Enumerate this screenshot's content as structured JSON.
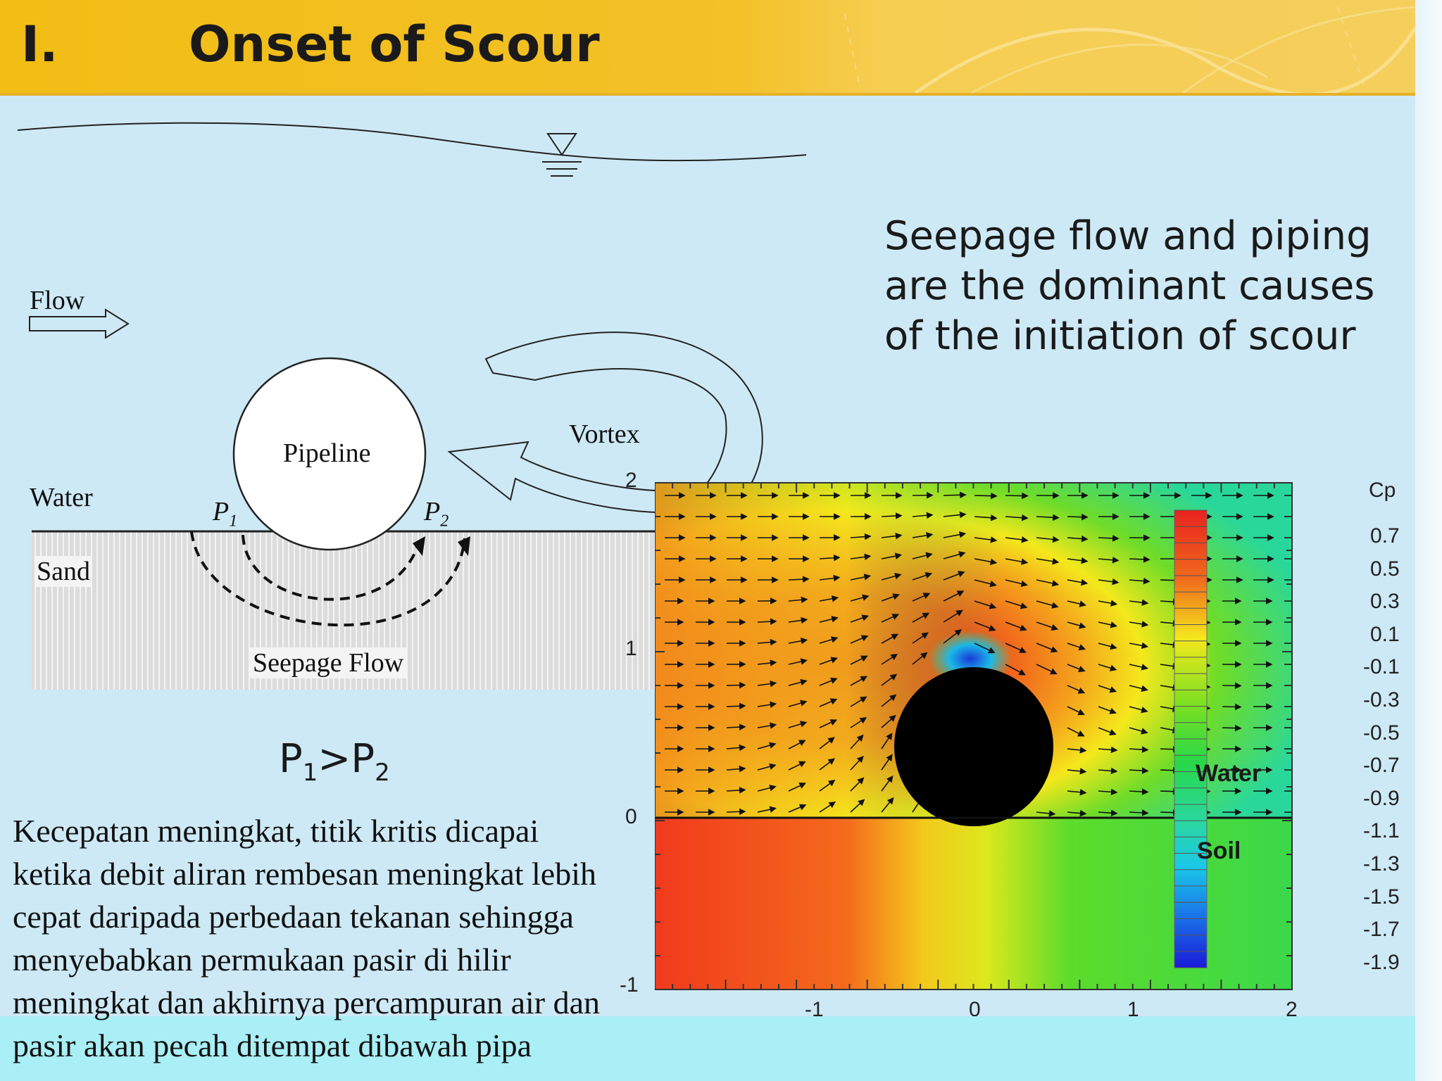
{
  "header": {
    "number": "I.",
    "title": "Onset of Scour"
  },
  "statement": {
    "lines": [
      "Seepage flow and piping",
      "are the dominant causes",
      "of the initiation of scour"
    ]
  },
  "diagram": {
    "flow_label": "Flow",
    "pipeline_label": "Pipeline",
    "vortex_label": "Vortex",
    "water_label": "Water",
    "sand_label": "Sand",
    "p1_label": "P",
    "p1_sub": "1",
    "p2_label": "P",
    "p2_sub": "2",
    "seepage_label": "Seepage Flow",
    "pressure_compare": {
      "p1": "P",
      "p1_sub": "1",
      "op": ">",
      "p2": "P",
      "p2_sub": "2"
    }
  },
  "plot": {
    "y_ticks": [
      "2",
      "1",
      "0",
      "-1"
    ],
    "x_ticks": [
      "-1",
      "0",
      "1",
      "2"
    ],
    "water_label": "Water",
    "soil_label": "Soil",
    "colorbar_title": "Cp",
    "colorbar_ticks": [
      "0.7",
      "0.5",
      "0.3",
      "0.1",
      "-0.1",
      "-0.3",
      "-0.5",
      "-0.7",
      "-0.9",
      "-1.1",
      "-1.3",
      "-1.5",
      "-1.7",
      "-1.9"
    ],
    "colors": {
      "high": "#e8231e",
      "mid": "#f3e81c",
      "low": "#2ad66a",
      "min": "#1a2ad8"
    }
  },
  "description": {
    "lines": [
      "Kecepatan meningkat, titik kritis dicapai",
      "ketika debit aliran rembesan meningkat lebih",
      "cepat daripada perbedaan tekanan sehingga",
      "menyebabkan permukaan pasir di hilir",
      "meningkat dan akhirnya percampuran air dan",
      "pasir akan pecah ditempat dibawah pipa"
    ]
  }
}
